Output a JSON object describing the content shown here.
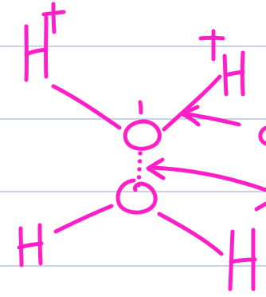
{
  "canvas": {
    "background": "#ffffff",
    "ruled_line_color": "#aab6d6",
    "ink_color": "#ff1fc8"
  },
  "diagram": {
    "top_left_atom": {
      "label": "H",
      "charge": "+"
    },
    "top_right_atom": {
      "label": "H",
      "charge": "+"
    },
    "center_atom": {
      "label": "O",
      "charge": "-"
    },
    "lower_atom": {
      "label": "O"
    },
    "bottom_left_atom": {
      "label": "H"
    },
    "bottom_right_atom": {
      "label": "H"
    },
    "hydrogen_bond": {
      "style": "dotted"
    },
    "arrows": [
      "arrow-into-center-oxygen",
      "arrow-into-hydrogen-bond"
    ]
  }
}
